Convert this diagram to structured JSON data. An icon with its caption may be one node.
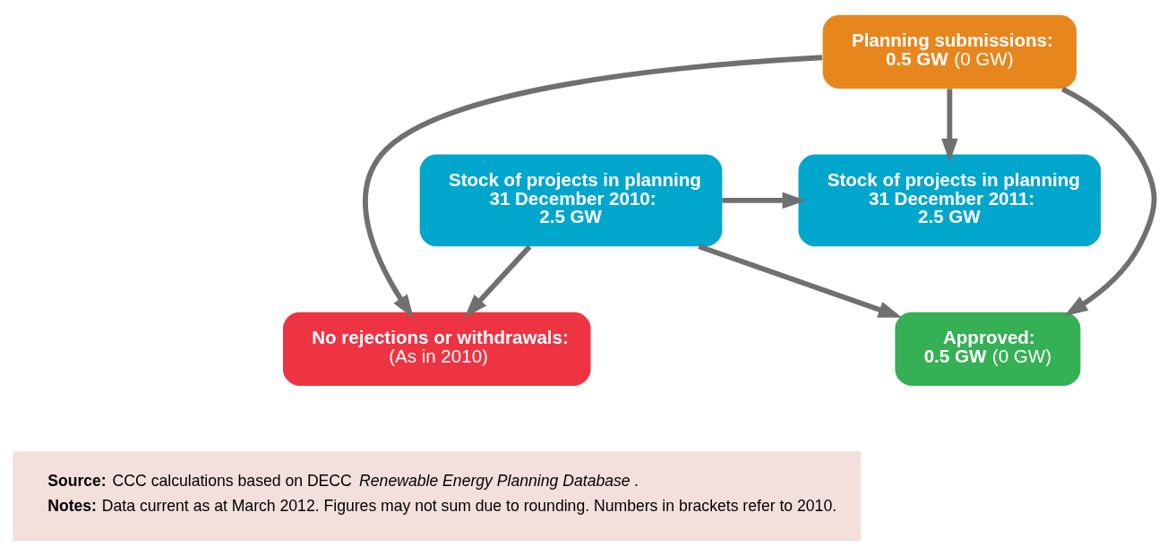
{
  "diagram": {
    "nodes": [
      {
        "text": [
          "Planning submissions:",
          "**0.5 GW** (0 GW)"
        ]
      },
      {
        "text": [
          "Stock of projects in planning",
          "31 December 2010:",
          "2.5 GW"
        ]
      },
      {
        "text": [
          "Stock of projects in planning",
          "31 December 2011:",
          "2.5 GW"
        ]
      },
      {
        "text": [
          "No rejections or withdrawals:",
          "(As in 2010)"
        ]
      },
      {
        "text": [
          "Approved:",
          "**0.5 GW** (0 GW)"
        ]
      }
    ],
    "edges": [
      {
        "from": 0,
        "to": 2,
        "arrow": "to"
      },
      {
        "from": 0,
        "to": 3,
        "arrow": "to"
      },
      {
        "from": 0,
        "to": 4,
        "arrow": "to"
      },
      {
        "from": 1,
        "to": 2,
        "arrow": "to"
      },
      {
        "from": 1,
        "to": 3,
        "arrow": "to"
      },
      {
        "from": 1,
        "to": 4,
        "arrow": "to"
      }
    ],
    "labels": [
      "**Source:** CCC calculations based on DECC *Renewable Energy Planning Database*.",
      "**Notes:** Data current as at March 2012. Figures may not sum due to rounding. Numbers in brackets refer to 2010."
    ]
  }
}
